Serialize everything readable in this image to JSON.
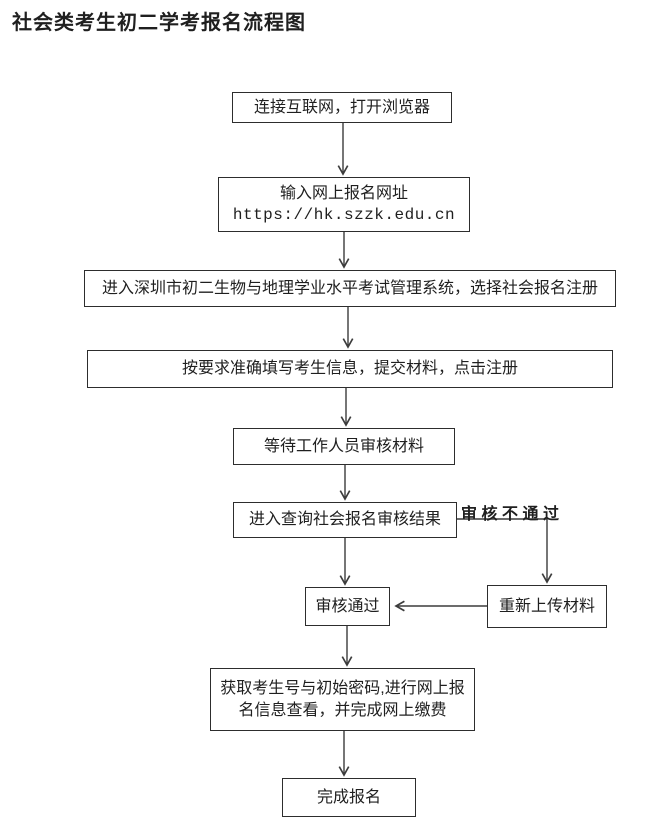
{
  "page": {
    "title": "社会类考生初二学考报名流程图"
  },
  "colors": {
    "line": "#3c3c3c",
    "border": "#2d2d2d",
    "text": "#1f1f1f",
    "background": "#ffffff"
  },
  "flowchart": {
    "nodes": [
      {
        "label": "连接互联网，打开浏览器"
      },
      {
        "label": "输入网上报名网址",
        "url": "https://hk.szzk.edu.cn"
      },
      {
        "label": "进入深圳市初二生物与地理学业水平考试管理系统，选择社会报名注册"
      },
      {
        "label": "按要求准确填写考生信息，提交材料，点击注册"
      },
      {
        "label": "等待工作人员审核材料"
      },
      {
        "label": "进入查询社会报名审核结果"
      },
      {
        "label": "审核通过"
      },
      {
        "label": "重新上传材料"
      },
      {
        "line1": "获取考生号与初始密码,进行网上报",
        "line2": "名信息查看，并完成网上缴费"
      },
      {
        "label": "完成报名"
      }
    ],
    "edge_labels": {
      "review_rejected": "审核不通过"
    }
  }
}
